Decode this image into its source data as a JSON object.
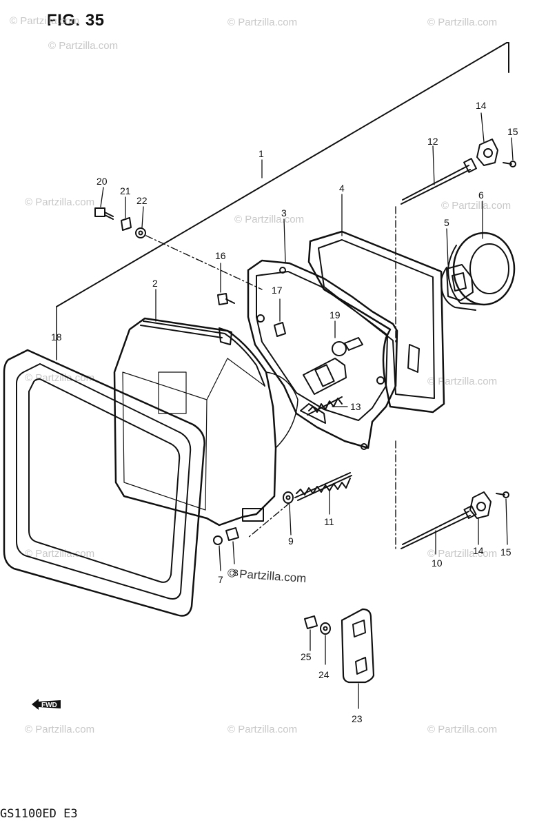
{
  "figure": {
    "title": "FIG. 35",
    "model_code": "GS1100ED  E3",
    "watermark": "© Partzilla.com",
    "watermark_main": "© Partzilla.com"
  },
  "direction_arrow": {
    "icon": "forward-arrow-icon",
    "label": "FWD"
  },
  "callouts": [
    {
      "id": "c1",
      "text": "1"
    },
    {
      "id": "c2",
      "text": "2"
    },
    {
      "id": "c3",
      "text": "3"
    },
    {
      "id": "c4",
      "text": "4"
    },
    {
      "id": "c5",
      "text": "5"
    },
    {
      "id": "c6",
      "text": "6"
    },
    {
      "id": "c7",
      "text": "7"
    },
    {
      "id": "c8",
      "text": "8"
    },
    {
      "id": "c9",
      "text": "9"
    },
    {
      "id": "c10",
      "text": "10"
    },
    {
      "id": "c11",
      "text": "11"
    },
    {
      "id": "c12",
      "text": "12"
    },
    {
      "id": "c13",
      "text": "13"
    },
    {
      "id": "c14a",
      "text": "14"
    },
    {
      "id": "c14b",
      "text": "14"
    },
    {
      "id": "c15a",
      "text": "15"
    },
    {
      "id": "c15b",
      "text": "15"
    },
    {
      "id": "c16",
      "text": "16"
    },
    {
      "id": "c17",
      "text": "17"
    },
    {
      "id": "c18",
      "text": "18"
    },
    {
      "id": "c19",
      "text": "19"
    },
    {
      "id": "c20",
      "text": "20"
    },
    {
      "id": "c21",
      "text": "21"
    },
    {
      "id": "c22",
      "text": "22"
    },
    {
      "id": "c23",
      "text": "23"
    },
    {
      "id": "c24",
      "text": "24"
    },
    {
      "id": "c25",
      "text": "25"
    }
  ]
}
